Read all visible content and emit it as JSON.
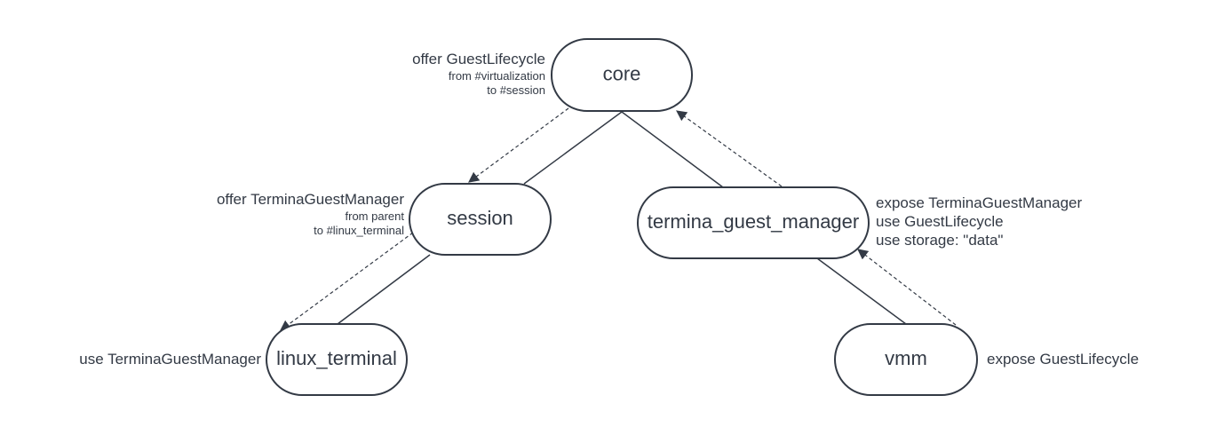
{
  "nodes": {
    "core": "core",
    "session": "session",
    "termina_guest_manager": "termina_guest_manager",
    "linux_terminal": "linux_terminal",
    "vmm": "vmm"
  },
  "annotations": {
    "core": {
      "line1": "offer GuestLifecycle",
      "line2": "from #virtualization",
      "line3": "to #session"
    },
    "session": {
      "line1": "offer TerminaGuestManager",
      "line2": "from parent",
      "line3": "to #linux_terminal"
    },
    "termina_guest_manager": {
      "line1": "expose TerminaGuestManager",
      "line2": "use GuestLifecycle",
      "line3": "use storage: \"data\""
    },
    "linux_terminal": {
      "line1": "use TerminaGuestManager"
    },
    "vmm": {
      "line1": "expose GuestLifecycle"
    }
  },
  "colors": {
    "stroke": "#333a45",
    "background": "#ffffff"
  }
}
